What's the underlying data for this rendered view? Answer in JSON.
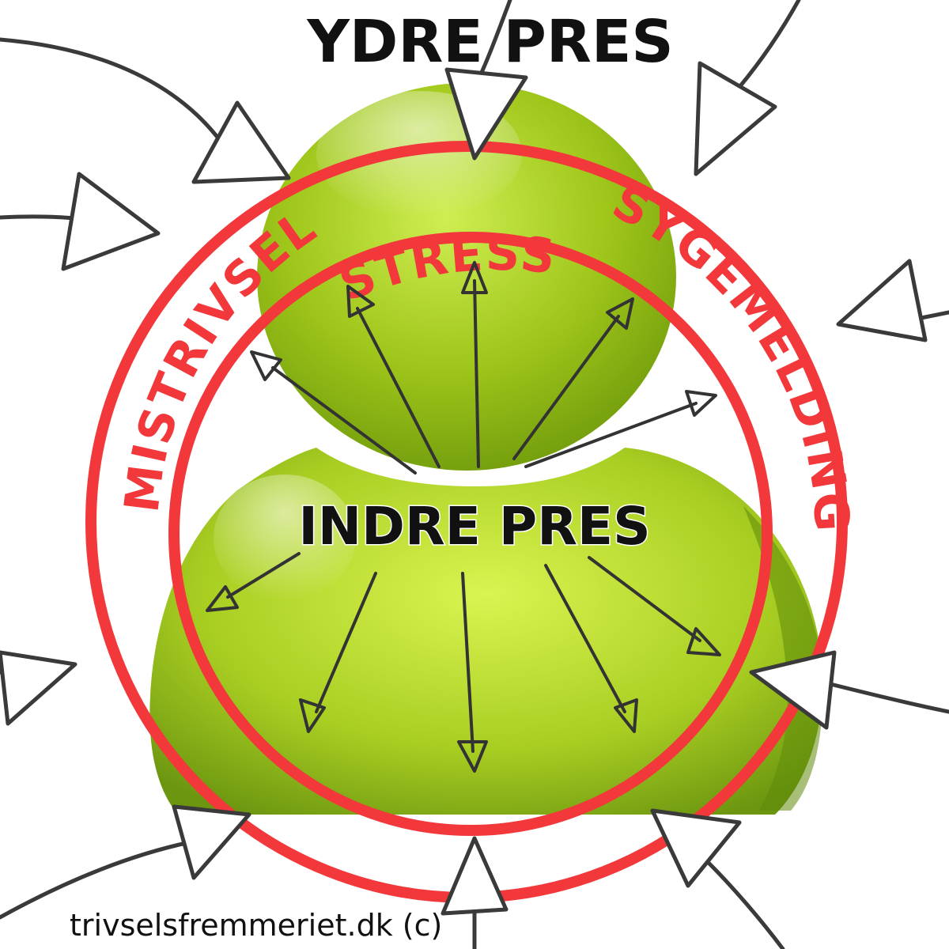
{
  "labels": {
    "outer_pressure": "YDRE PRES",
    "inner_pressure": "INDRE PRES",
    "ring_left": "MISTRIVSEL",
    "ring_top": "STRESS",
    "ring_right": "SYGEMELDING",
    "footer": "trivselsfremmeriet.dk (c)"
  },
  "colors": {
    "ring": "#f2383a",
    "figure_light": "#d6f24e",
    "figure_mid": "#a6cb1c",
    "figure_dark": "#5f8a0a",
    "arrows": "#3a3a3a",
    "text": "#111111"
  },
  "icons": {
    "figure": "user-silhouette-icon"
  }
}
